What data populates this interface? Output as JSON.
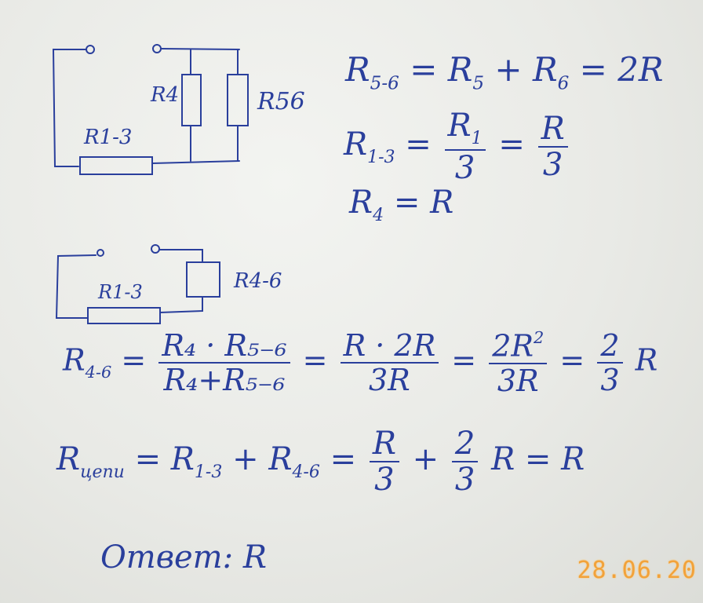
{
  "circuit1": {
    "label_r13": "R1-3",
    "label_r4": "R4",
    "label_r56": "R56"
  },
  "circuit2": {
    "label_r13": "R1-3",
    "label_r46": "R4-6"
  },
  "eq1": {
    "lhs": "R",
    "lhs_sub": "5-6",
    "rhs": "= R",
    "r5_sub": "5",
    "plus": "+ R",
    "r6_sub": "6",
    "result": "= 2R"
  },
  "eq2": {
    "lhs": "R",
    "lhs_sub": "1-3",
    "num1": "R",
    "num1_sub": "1",
    "den1": "3",
    "eq": "=",
    "num2": "R",
    "den2": "3"
  },
  "eq3": {
    "lhs": "R",
    "lhs_sub": "4",
    "rhs": "= R"
  },
  "eq4": {
    "lhs": "R",
    "lhs_sub": "4-6",
    "num1": "R₄ · R₅₋₆",
    "den1": "R₄+R₅₋₆",
    "num2": "R · 2R",
    "den2": "3R",
    "num3": "2R",
    "num3_sup": "2",
    "den3": "3R",
    "num4": "2",
    "den4": "3",
    "tail": "R"
  },
  "eq5": {
    "lhs": "R",
    "lhs_sub": "цепи",
    "term1": "R",
    "term1_sub": "1-3",
    "plus": "+",
    "term2": "R",
    "term2_sub": "4-6",
    "num1": "R",
    "den1": "3",
    "plus2": "+",
    "num2": "2",
    "den2": "3",
    "tail": "R = R"
  },
  "answer": {
    "label": "Ответ:",
    "value": "R"
  },
  "stamp": "28.06.20"
}
